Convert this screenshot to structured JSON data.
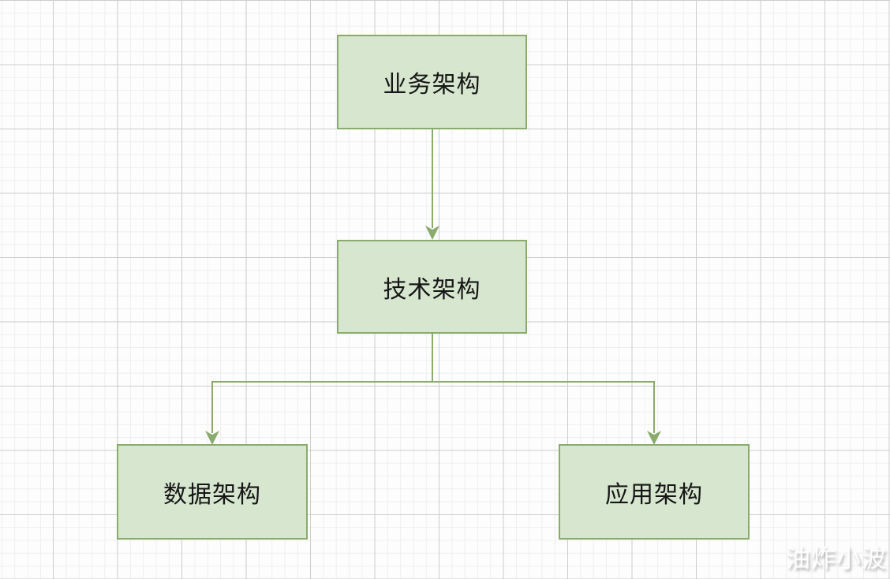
{
  "diagram": {
    "type": "flowchart",
    "nodes": [
      {
        "id": "business",
        "label": "业务架构"
      },
      {
        "id": "technical",
        "label": "技术架构"
      },
      {
        "id": "data",
        "label": "数据架构"
      },
      {
        "id": "application",
        "label": "应用架构"
      }
    ],
    "edges": [
      {
        "from": "business",
        "to": "technical",
        "style": "straight-arrow-down"
      },
      {
        "from": "technical",
        "to": "data",
        "style": "orthogonal-arrow"
      },
      {
        "from": "technical",
        "to": "application",
        "style": "orthogonal-arrow"
      }
    ],
    "colors": {
      "node_fill": "#d7e6cf",
      "node_border": "#8bab6d",
      "connector": "#8bab6d",
      "node_text": "#161616",
      "grid_minor": "#efefef",
      "grid_major": "#cdcdcd",
      "canvas_bg": "#fdfdfd"
    }
  },
  "watermark": {
    "text": "油炸小波"
  }
}
